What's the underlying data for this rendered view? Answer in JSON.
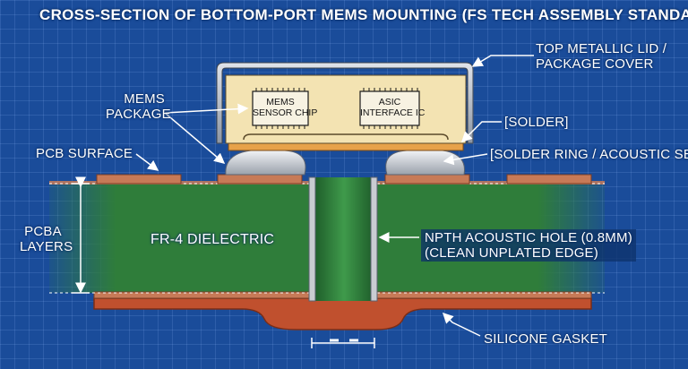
{
  "title": "CROSS-SECTION OF BOTTOM-PORT MEMS MOUNTING (FS TECH ASSEMBLY STANDARD)",
  "labels": {
    "top_lid_line1": "TOP METALLIC LID /",
    "top_lid_line2": "PACKAGE COVER",
    "mems_package_line1": "MEMS",
    "mems_package_line2": "PACKAGE",
    "solder": "[SOLDER]",
    "solder_ring": "[SOLDER RING / ACOUSTIC SEAL]",
    "pcb_surface": "PCB SURFACE",
    "pcba_line1": "PCBA",
    "pcba_line2": "LAYERS",
    "fr4": "FR-4 DIELECTRIC",
    "npth_line1": "NPTH ACOUSTIC HOLE (0.8MM)",
    "npth_line2": "(CLEAN UNPLATED EDGE)",
    "silicone_gasket": "SILICONE GASKET"
  },
  "chips": {
    "mems_line1": "MEMS",
    "mems_line2": "SENSOR CHIP",
    "asic_line1": "ASIC",
    "asic_line2": "INTERFACE IC"
  },
  "colors": {
    "background": "#1a4c9a",
    "fr4_green": "#2f7d3a",
    "copper": "#c77a57",
    "gasket": "#c0502e",
    "solder": "#c9ccd2",
    "package_body": "#f3e3b2",
    "substrate": "#e7a24a"
  }
}
